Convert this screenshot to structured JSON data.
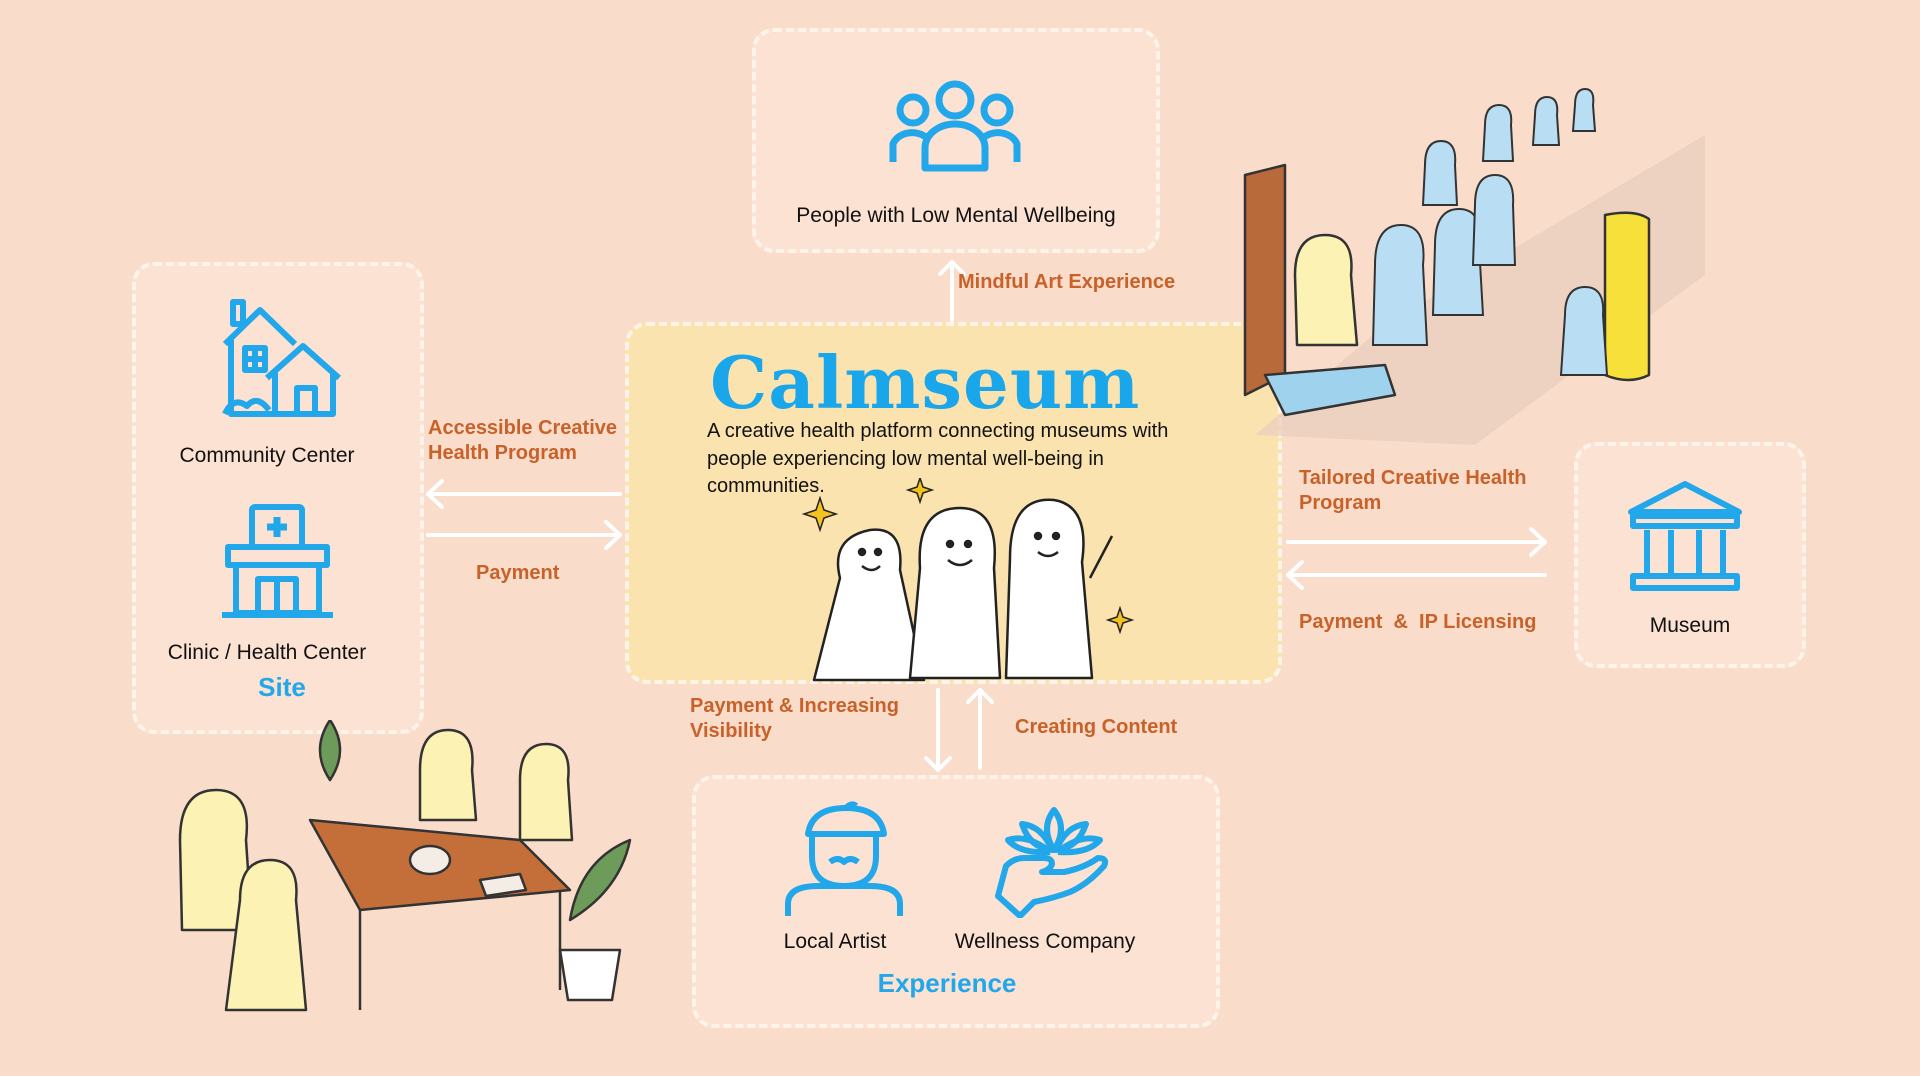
{
  "brand": {
    "name": "Calmseum",
    "description": "A creative health platform connecting museums with people experiencing low mental well-being in communities."
  },
  "nodes": {
    "people": {
      "label": "People with Low Mental Wellbeing",
      "icon": "group-icon"
    },
    "community_center": {
      "label": "Community Center",
      "icon": "house-icon"
    },
    "clinic": {
      "label": "Clinic / Health Center",
      "icon": "clinic-icon"
    },
    "site_group": {
      "title": "Site"
    },
    "museum": {
      "label": "Museum",
      "icon": "museum-icon"
    },
    "local_artist": {
      "label": "Local Artist",
      "icon": "artist-icon"
    },
    "wellness_company": {
      "label": "Wellness Company",
      "icon": "lotus-hand-icon"
    },
    "experience_group": {
      "title": "Experience"
    }
  },
  "flows": {
    "to_people": "Mindful Art Experience",
    "to_site": "Accessible Creative Health Program",
    "from_site": "Payment",
    "to_museum": "Tailored Creative Health Program",
    "from_museum": "Payment  &  IP Licensing",
    "to_experience": "Payment & Increasing Visibility",
    "from_experience": "Creating Content"
  },
  "colors": {
    "background": "#f9dcca",
    "accent_blue": "#21a7ea",
    "flow_orange": "#c8612a",
    "center_fill": "#fbe3b0"
  }
}
